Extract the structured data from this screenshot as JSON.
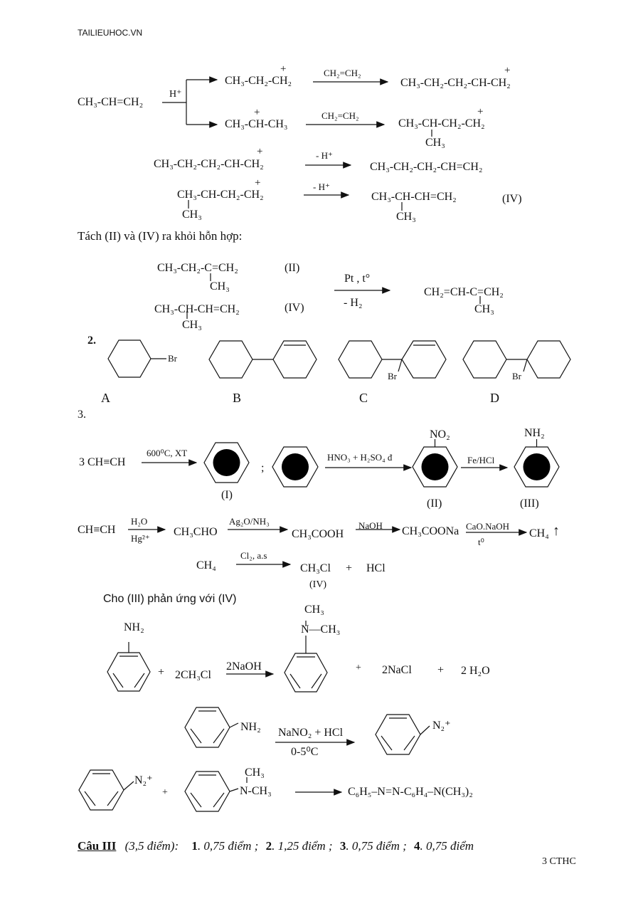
{
  "site": "TAILIEUHOC.VN",
  "sec1": {
    "propene": "CH₃-CH=CH₂",
    "h_plus": "H⁺",
    "c1": "CH₃-CH₂-CH₂",
    "c2": "CH₃-CH-CH₃",
    "ethene1": "CH₂=CH₂",
    "ethene2": "CH₂=CH₂",
    "p1": "CH₃-CH₂-CH₂-CH-CH₂",
    "p2": "CH₃-CH-CH₂-CH₂",
    "p2_ch3": "CH₃",
    "r1": "CH₃-CH₂-CH₂-CH-CH₂",
    "r2": "CH₃-CH-CH₂-CH₂",
    "r2_ch3": "CH₃",
    "minus_h1": "- H⁺",
    "minus_h2": "- H⁺",
    "s1": "CH₃-CH₂-CH₂-CH=CH₂",
    "s2": "CH₃-CH-CH=CH₂",
    "s2_ch3": "CH₃",
    "iv": "(IV)",
    "plus_sign": "+"
  },
  "separate": {
    "heading": "Tách (II) và (IV) ra khỏi hỗn hợp:",
    "a": "CH₃-CH₂-C=CH₂",
    "a_ch3": "CH₃",
    "a_lbl": "(II)",
    "b": "CH₃-CH-CH=CH₂",
    "b_ch3": "CH₃",
    "b_lbl": "(IV)",
    "cond1": "Pt , t°",
    "cond2": "- H₂",
    "prod": "CH₂=CH-C=CH₂",
    "prod_ch3": "CH₃"
  },
  "sec2": {
    "num": "2.",
    "br": "Br",
    "labels": [
      "A",
      "B",
      "C",
      "D"
    ]
  },
  "sec3": {
    "num": "3.",
    "acetylene3": "3 CH≡CH",
    "cond_trimer": "600⁰C, XT",
    "i": "(I)",
    "semicolon": ";",
    "cond_nitr": "HNO₃ + H₂SO₄ đ",
    "no2": "NO₂",
    "ii": "(II)",
    "cond_fe": "Fe/HCl",
    "nh2": "NH₂",
    "iii": "(III)",
    "chch": "CH≡CH",
    "h2o": "H₂O",
    "hg": "Hg²⁺",
    "ch3cho": "CH₃CHO",
    "ag": "Ag₂O/NH₃",
    "ch3cooh": "CH₃COOH",
    "naoh": "NaOH",
    "ch3coona": "CH₃COONa",
    "cao": "CaO.NaOH",
    "t0": "t⁰",
    "ch4": "CH₄",
    "up": "↑",
    "ch4b": "CH₄",
    "cl2": "Cl₂, a.s",
    "ch3cl": "CH₃Cl",
    "plus": "+",
    "hcl": "HCl",
    "iv": "(IV)"
  },
  "sec4": {
    "heading": "Cho (III) phản ứng với (IV)",
    "nh2": "NH₂",
    "plus1": "+",
    "ch3cl2": "2CH₃Cl",
    "naoh2": "2NaOH",
    "ch3_top": "CH₃",
    "n_ch3": "N—CH₃",
    "plus2": "+",
    "nacl": "2NaCl",
    "plus3": "+",
    "h2o": "2 H₂O",
    "nh2b": "NH₂",
    "nano2": "NaNO₂ + HCl",
    "temp": "0-5⁰C",
    "n2": "N₂⁺",
    "n2b": "N₂⁺",
    "plus4": "+",
    "ch3_top2": "CH₃",
    "n_ch3b": "N-CH₃",
    "azo": "C₆H₅–N=N-C₆H₄–N(CH₃)₂"
  },
  "footer": {
    "cau": "Câu III",
    "score": "(3,5 điểm):",
    "n1": "1",
    "s1": ". 0,75 điểm  ;",
    "n2": "2",
    "s2": ". 1,25  điểm ;",
    "n3": "3",
    "s3": ". 0,75 điểm    ;",
    "n4": "4",
    "s4": ". 0,75 điểm",
    "page": "3 CTHC"
  }
}
